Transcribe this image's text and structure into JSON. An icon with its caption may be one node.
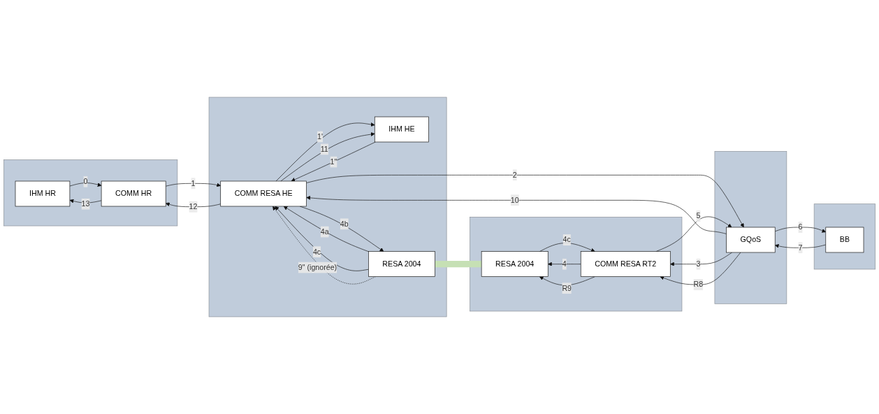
{
  "diagram": {
    "nodes": [
      {
        "text": [],
        "shape": "box"
      },
      {
        "text": [
          "IHM HR"
        ],
        "in": 0
      },
      {
        "text": [
          "COMM HR"
        ],
        "in": 0
      },
      {
        "text": [],
        "shape": "box"
      },
      {
        "text": [
          "IHM HE"
        ],
        "in": 3
      },
      {
        "text": [
          "COMM RESA HE"
        ],
        "in": 3
      },
      {
        "text": [
          "RESA 2004"
        ],
        "in": 3
      },
      {
        "text": [],
        "shape": "box"
      },
      {
        "text": [
          "GQoS"
        ],
        "in": 7
      },
      {
        "text": [],
        "shape": "box"
      },
      {
        "text": [
          "COMM RESA RT2"
        ],
        "in": 9
      },
      {
        "text": [
          "RESA 2004"
        ],
        "in": 9
      },
      {
        "text": [],
        "shape": "box"
      },
      {
        "text": [
          "BB"
        ],
        "in": 12
      }
    ],
    "edges": [
      {
        "from": 1,
        "to": 2,
        "label": "0",
        "arrow": "to"
      },
      {
        "from": 2,
        "to": 1,
        "label": "13",
        "arrow": "to"
      },
      {
        "from": 2,
        "to": 5,
        "label": "1",
        "arrow": "to"
      },
      {
        "from": 5,
        "to": 2,
        "label": "12",
        "arrow": "to"
      },
      {
        "from": 5,
        "to": 4,
        "label": "1'",
        "arrow": "to"
      },
      {
        "from": 4,
        "to": 5,
        "label": "1\"",
        "arrow": "to"
      },
      {
        "from": 5,
        "to": 4,
        "label": "11",
        "arrow": "to"
      },
      {
        "from": 6,
        "to": 5,
        "label": "4a",
        "arrow": "to"
      },
      {
        "from": 5,
        "to": 6,
        "label": "4b",
        "arrow": "to"
      },
      {
        "from": 6,
        "to": 5,
        "label": "4c",
        "arrow": "to"
      },
      {
        "from": 6,
        "to": 5,
        "label": "9\" (ignorée)",
        "arrow": "to",
        "style": "dashed"
      },
      {
        "from": 5,
        "to": 8,
        "label": "2",
        "arrow": "to"
      },
      {
        "from": 8,
        "to": 5,
        "label": "10",
        "arrow": "to"
      },
      {
        "from": 8,
        "to": 10,
        "label": "3",
        "arrow": "to"
      },
      {
        "from": 10,
        "to": 8,
        "label": "5",
        "arrow": "to"
      },
      {
        "from": 8,
        "to": 10,
        "label": "R8",
        "arrow": "to"
      },
      {
        "from": 13,
        "to": 8,
        "label": "7",
        "arrow": "to"
      },
      {
        "from": 8,
        "to": 13,
        "label": "6",
        "arrow": "to"
      },
      {
        "from": 10,
        "to": 11,
        "label": "4",
        "arrow": "to"
      },
      {
        "from": 11,
        "to": 10,
        "label": "4c",
        "arrow": "to"
      },
      {
        "from": 10,
        "to": 11,
        "label": "R9",
        "arrow": "to"
      },
      {
        "from": 6,
        "to": 11,
        "arrow": "none",
        "style": "thick",
        "color": "#c6e0b4"
      }
    ]
  }
}
